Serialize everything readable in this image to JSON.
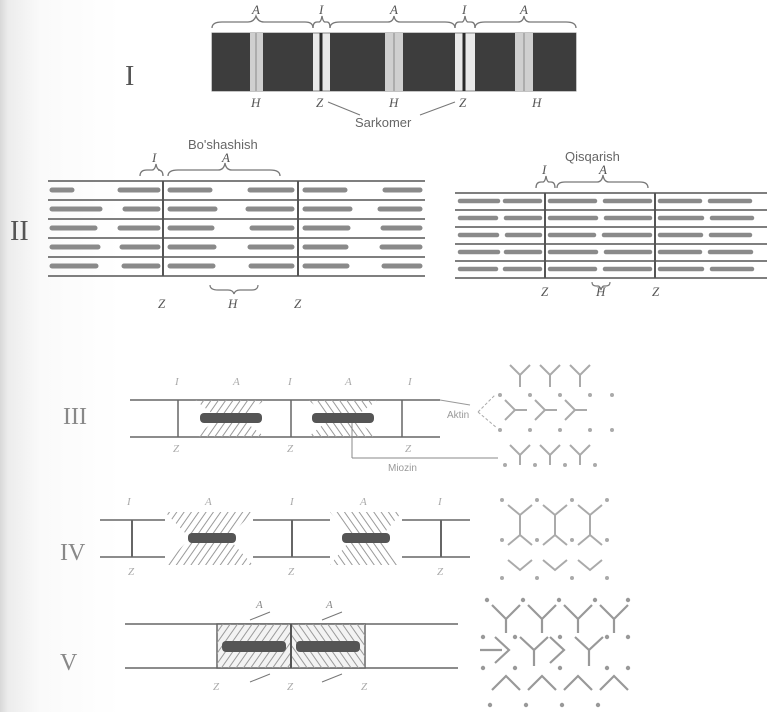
{
  "figure": {
    "panels": {
      "p1": {
        "numeral": "I",
        "top_labels": [
          "A",
          "I",
          "A",
          "I",
          "A"
        ],
        "bottom_labels": [
          "H",
          "Z",
          "H",
          "Z",
          "H"
        ],
        "sarcomere": "Sarkomer"
      },
      "p2a": {
        "numeral": "II",
        "title": "Bo'shashish",
        "label_i": "I",
        "label_a": "A",
        "bottom_labels": [
          "Z",
          "H",
          "Z"
        ]
      },
      "p2b": {
        "title": "Qisqarish",
        "label_i": "I",
        "label_a": "A",
        "bottom_labels": [
          "Z",
          "H",
          "Z"
        ]
      },
      "p3": {
        "numeral": "III",
        "top_labels": [
          "I",
          "A",
          "I",
          "A",
          "I"
        ],
        "bottom_labels": [
          "Z",
          "Z",
          "Z"
        ],
        "aktin": "Aktin",
        "miozin": "Miozin"
      },
      "p4": {
        "numeral": "IV",
        "top_labels": [
          "I",
          "A",
          "I",
          "A",
          "I"
        ],
        "bottom_labels": [
          "Z",
          "Z",
          "Z"
        ]
      },
      "p5": {
        "numeral": "V",
        "top_labels": [
          "A",
          "A"
        ],
        "bottom_labels": [
          "Z",
          "Z",
          "Z"
        ]
      }
    },
    "colors": {
      "band_dark": "#3d3d3d",
      "filament": "#8a8a8a",
      "myosin": "#555555",
      "hatch": "#9a9a9a",
      "line": "#555555"
    }
  }
}
